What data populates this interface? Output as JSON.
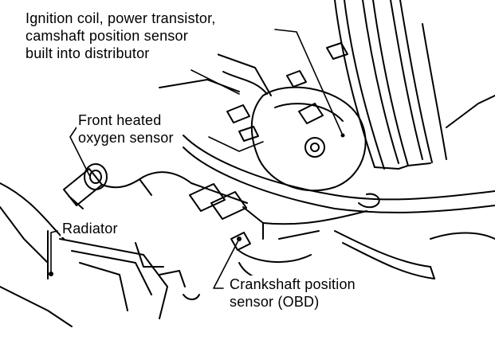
{
  "labels": {
    "ignition": {
      "line1": "Ignition coil, power transistor,",
      "line2": "camshaft position sensor",
      "line3": "built into distributor"
    },
    "oxygen": {
      "line1": "Front heated",
      "line2": "oxygen sensor"
    },
    "radiator": "Radiator",
    "crankshaft": {
      "line1": "Crankshaft position",
      "line2": "sensor (OBD)"
    }
  },
  "colors": {
    "ink": "#000000",
    "paper": "#ffffff"
  }
}
